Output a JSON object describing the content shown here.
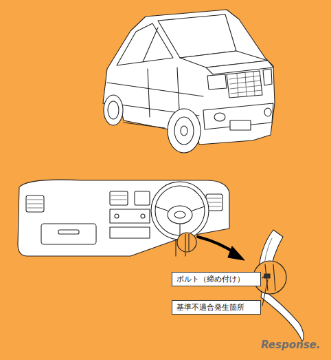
{
  "diagram": {
    "nodes": [
      {
        "text": [
          "ボルト（締め付け）"
        ]
      },
      {
        "text": [
          "基準不適合発生箇所"
        ]
      }
    ],
    "labels": [
      "Response."
    ]
  }
}
